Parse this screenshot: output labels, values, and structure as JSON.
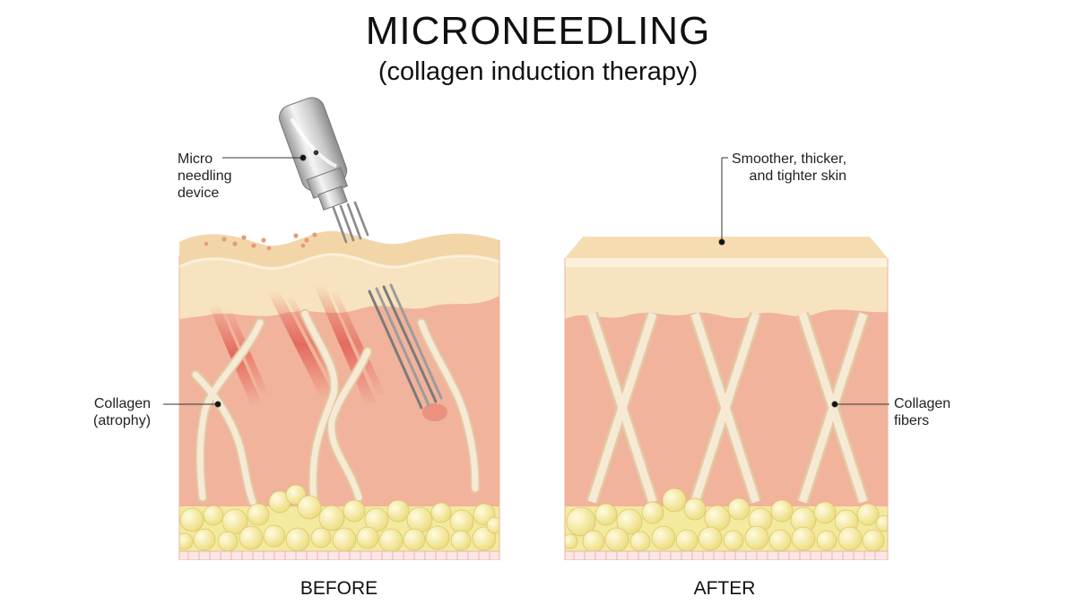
{
  "title": "MICRONEEDLING",
  "subtitle": "(collagen induction therapy)",
  "before": {
    "caption": "BEFORE",
    "device_label": [
      "Micro",
      "needling",
      "device"
    ],
    "collagen_label": [
      "Collagen",
      "(atrophy)"
    ]
  },
  "after": {
    "caption": "AFTER",
    "skin_label": [
      "Smoother, thicker,",
      "and tighter skin"
    ],
    "collagen_label": [
      "Collagen",
      "fibers"
    ]
  },
  "colors": {
    "epidermis": "#f7e3bf",
    "dermis": "#f1b39b",
    "collagen": "#f6ead4",
    "fat": "#f4ea9e",
    "needle_red": "#e0524a"
  }
}
